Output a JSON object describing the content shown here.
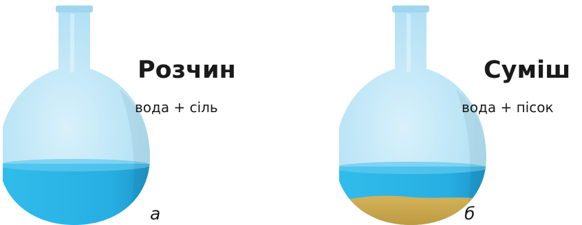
{
  "panels": [
    {
      "title": "Розчин",
      "subtitle": "вода + сіль",
      "label": "а",
      "has_sediment": false
    },
    {
      "title": "Суміш",
      "subtitle": "вода + пісок",
      "label": "б",
      "has_sediment": true
    }
  ],
  "colors": {
    "glass": "#bfe6f6",
    "liquid": "#29b2e6",
    "liquid_dark": "#1e94c8",
    "sediment": "#c8a64a",
    "text": "#1a1a1a"
  }
}
